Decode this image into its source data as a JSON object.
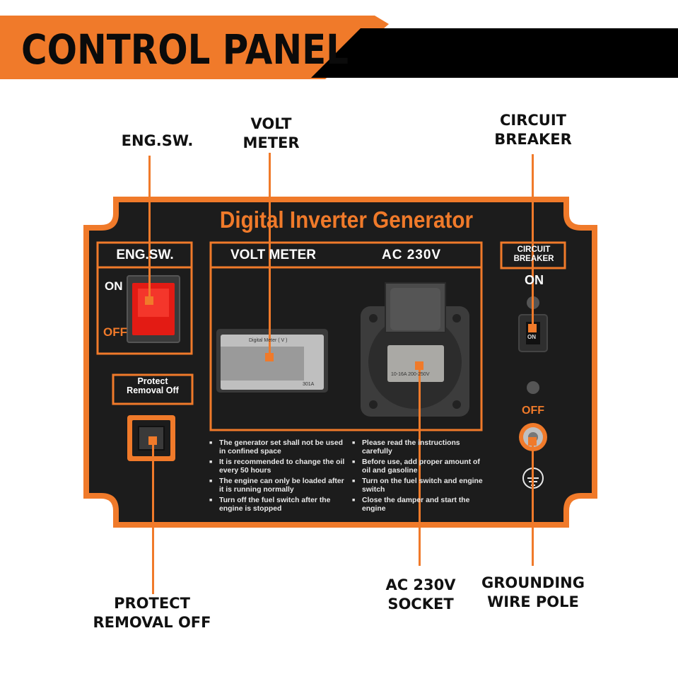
{
  "header": {
    "title": "CONTROL PANEL"
  },
  "callouts": {
    "eng_sw": "ENG.SW.",
    "volt_meter": "VOLT\nMETER",
    "circuit_breaker": "CIRCUIT\nBREAKER",
    "protect_removal_off": "PROTECT\nREMOVAL OFF",
    "ac_socket": "AC 230V\nSOCKET",
    "grounding_pole": "GROUNDING\nWIRE POLE"
  },
  "panel": {
    "title": "Digital Inverter Generator",
    "eng_sw_label": "ENG.SW.",
    "switch_on": "ON",
    "switch_off": "OFF",
    "protect_label_line1": "Protect",
    "protect_label_line2": "Removal Off",
    "volt_meter_label": "VOLT METER",
    "ac_label": "AC 230V",
    "meter_screen_label": "Digital Meter ( V )",
    "meter_small_label": "301A",
    "circuit_breaker_label_line1": "CIRCUIT",
    "circuit_breaker_label_line2": "BREAKER",
    "breaker_on": "ON",
    "breaker_off": "OFF",
    "breaker_switch_text": "ON",
    "socket_text": "10-16A 200-250V",
    "instructions_left": [
      "The generator set shall not be used in confined space",
      "It is recommended to change the oil every 50 hours",
      "The engine can only be loaded after it is running normally",
      "Turn off the fuel switch after the engine is stopped"
    ],
    "instructions_right": [
      "Please read the instructions carefully",
      "Before use, add proper amount of oil and gasoline",
      "Turn on the fuel switch and engine switch",
      "Close the damper and start the engine"
    ]
  },
  "colors": {
    "accent": "#f07a2a",
    "panel": "#1b1b1b",
    "switch_red": "#ff2a1f"
  }
}
